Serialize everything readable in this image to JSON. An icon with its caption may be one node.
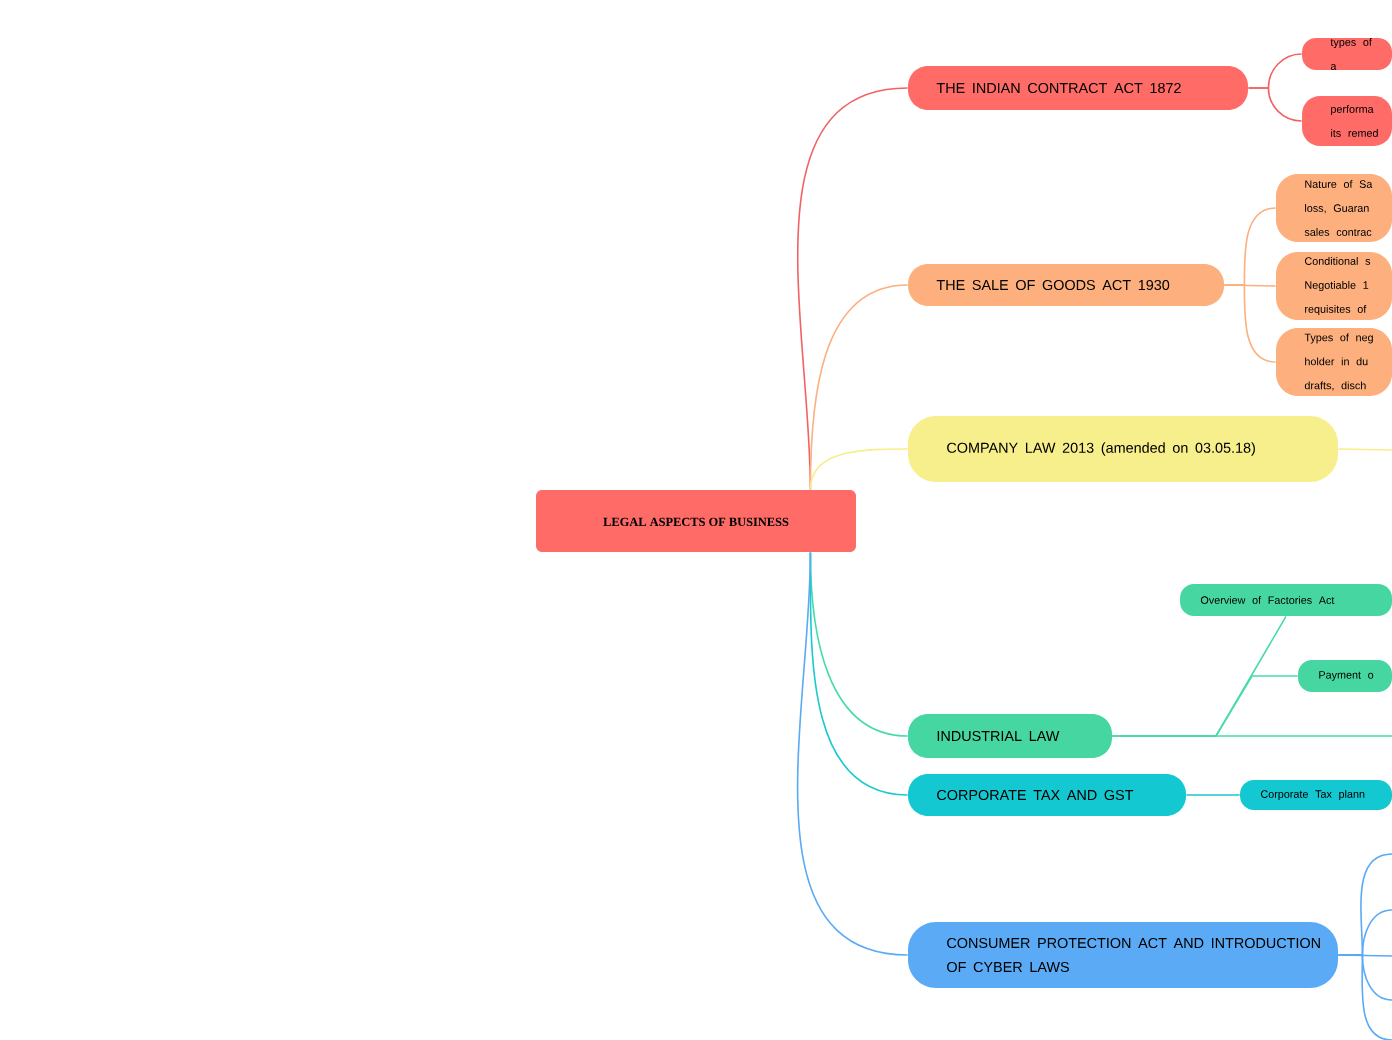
{
  "diagram": {
    "nodes": [
      {
        "text": [
          "LEGAL ASPECTS OF BUSINESS"
        ]
      },
      {
        "text": [
          "THE INDIAN CONTRACT ACT 1872"
        ]
      },
      {
        "text": [
          "types of a"
        ]
      },
      {
        "text": [
          "performa its remed"
        ]
      },
      {
        "text": [
          "THE SALE OF GOODS ACT 1930"
        ]
      },
      {
        "text": [
          "Nature of Sa loss, Guaran sales contrac"
        ]
      },
      {
        "text": [
          "Conditional s Negotiable 1 requisites of"
        ]
      },
      {
        "text": [
          "Types of neg holder in du drafts, disch"
        ]
      },
      {
        "text": [
          "COMPANY LAW 2013 (amended on 03.05.18)"
        ]
      },
      {
        "text": [
          "Overview of Factories Act"
        ]
      },
      {
        "text": [
          "Payment o"
        ]
      },
      {
        "text": [
          "INDUSTRIAL LAW"
        ]
      },
      {
        "text": [
          "CORPORATE TAX AND GST"
        ]
      },
      {
        "text": [
          "Corporate Tax plann"
        ]
      },
      {
        "text": [
          "CONSUMER PROTECTION ACT AND INTRODUCTION OF CYBER LAWS"
        ]
      }
    ],
    "edges": [
      {
        "from": 0,
        "to": 1,
        "arrow": "none",
        "color": "#f26262"
      },
      {
        "from": 0,
        "to": 4,
        "arrow": "none",
        "color": "#fcb07e"
      },
      {
        "from": 0,
        "to": 8,
        "arrow": "none",
        "color": "#f7ee8c"
      },
      {
        "from": 0,
        "to": 11,
        "arrow": "none",
        "color": "#46dba8"
      },
      {
        "from": 0,
        "to": 12,
        "arrow": "none",
        "color": "#19c9d0"
      },
      {
        "from": 0,
        "to": 14,
        "arrow": "none",
        "color": "#5aaaf5"
      },
      {
        "from": 1,
        "to": 2,
        "arrow": "none",
        "color": "#f26262"
      },
      {
        "from": 1,
        "to": 3,
        "arrow": "none",
        "color": "#f26262"
      },
      {
        "from": 4,
        "to": 5,
        "arrow": "none",
        "color": "#fcb07e"
      },
      {
        "from": 4,
        "to": 6,
        "arrow": "none",
        "color": "#fcb07e"
      },
      {
        "from": 4,
        "to": 7,
        "arrow": "none",
        "color": "#fcb07e"
      },
      {
        "from": 8,
        "to": null,
        "arrow": "none",
        "color": "#f7ee8c"
      },
      {
        "from": 11,
        "to": 9,
        "arrow": "none",
        "color": "#46dba8"
      },
      {
        "from": 11,
        "to": 10,
        "arrow": "none",
        "color": "#46dba8"
      },
      {
        "from": 11,
        "to": null,
        "arrow": "none",
        "color": "#46dba8"
      },
      {
        "from": 12,
        "to": 13,
        "arrow": "none",
        "color": "#19c9d0"
      },
      {
        "from": 14,
        "to": null,
        "arrow": "none",
        "color": "#5aaaf5"
      },
      {
        "from": 14,
        "to": null,
        "arrow": "none",
        "color": "#5aaaf5"
      },
      {
        "from": 14,
        "to": null,
        "arrow": "none",
        "color": "#5aaaf5"
      },
      {
        "from": 14,
        "to": null,
        "arrow": "none",
        "color": "#5aaaf5"
      },
      {
        "from": 14,
        "to": null,
        "arrow": "none",
        "color": "#5aaaf5"
      }
    ]
  }
}
